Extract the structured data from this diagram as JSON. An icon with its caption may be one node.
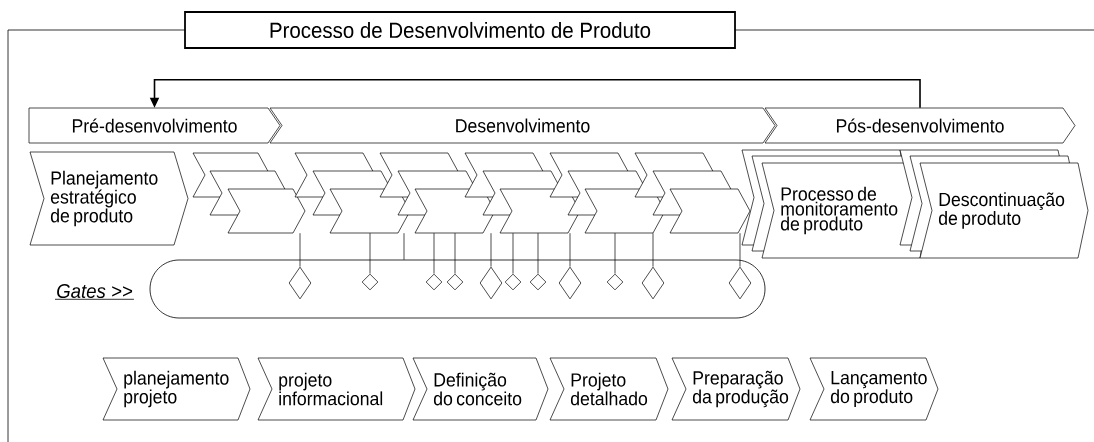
{
  "diagram": {
    "title": "Processo de Desenvolvimento de Produto",
    "nodes": [
      {
        "text": [
          "Pré-desenvolvimento"
        ]
      },
      {
        "text": [
          "Desenvolvimento"
        ]
      },
      {
        "text": [
          "Pós-desenvolvimento"
        ]
      },
      {
        "text": [
          "Planejamento estratégico de produto"
        ]
      },
      {
        "text": [],
        "shape": "chevron"
      },
      {
        "text": [],
        "shape": "chevron"
      },
      {
        "text": [],
        "shape": "chevron"
      },
      {
        "text": [],
        "shape": "chevron"
      },
      {
        "text": [],
        "shape": "chevron"
      },
      {
        "text": [],
        "shape": "chevron"
      },
      {
        "text": [
          "Processo de monitoramento de produto"
        ]
      },
      {
        "text": [
          "Descontinuação de produto"
        ]
      },
      {
        "text": [],
        "shape": "box",
        "beside": [
          "Gates >>"
        ]
      },
      {
        "text": [],
        "shape": "diamond",
        "in": 12
      },
      {
        "text": [],
        "shape": "diamond",
        "in": 12
      },
      {
        "text": [],
        "shape": "diamond",
        "in": 12
      },
      {
        "text": [],
        "shape": "diamond",
        "in": 12
      },
      {
        "text": [],
        "shape": "diamond",
        "in": 12
      },
      {
        "text": [],
        "shape": "diamond",
        "in": 12
      },
      {
        "text": [],
        "shape": "diamond",
        "in": 12
      },
      {
        "text": [],
        "shape": "diamond",
        "in": 12
      },
      {
        "text": [],
        "shape": "diamond",
        "in": 12
      },
      {
        "text": [],
        "shape": "diamond",
        "in": 12
      },
      {
        "text": [],
        "shape": "diamond",
        "in": 12
      },
      {
        "text": [
          "planejamento projeto"
        ]
      },
      {
        "text": [
          "projeto informacional"
        ]
      },
      {
        "text": [
          "Definição do conceito"
        ]
      },
      {
        "text": [
          "Projeto detalhado"
        ]
      },
      {
        "text": [
          "Preparação da produção"
        ]
      },
      {
        "text": [
          "Lançamento do produto"
        ]
      }
    ],
    "edges": [
      {
        "from": 2,
        "to": 0,
        "arrow": "to"
      },
      {
        "from": 4,
        "to": 13,
        "arrow": "none"
      },
      {
        "from": 5,
        "to": 14,
        "arrow": "none"
      },
      {
        "from": 5,
        "to": 12,
        "arrow": "none"
      },
      {
        "from": 6,
        "to": 15,
        "arrow": "none"
      },
      {
        "from": 6,
        "to": 16,
        "arrow": "none"
      },
      {
        "from": 6,
        "to": 17,
        "arrow": "none"
      },
      {
        "from": 7,
        "to": 18,
        "arrow": "none"
      },
      {
        "from": 7,
        "to": 19,
        "arrow": "none"
      },
      {
        "from": 7,
        "to": 20,
        "arrow": "none"
      },
      {
        "from": 8,
        "to": 21,
        "arrow": "none"
      },
      {
        "from": 8,
        "to": 22,
        "arrow": "none"
      },
      {
        "from": 9,
        "to": 23,
        "arrow": "none"
      }
    ]
  }
}
